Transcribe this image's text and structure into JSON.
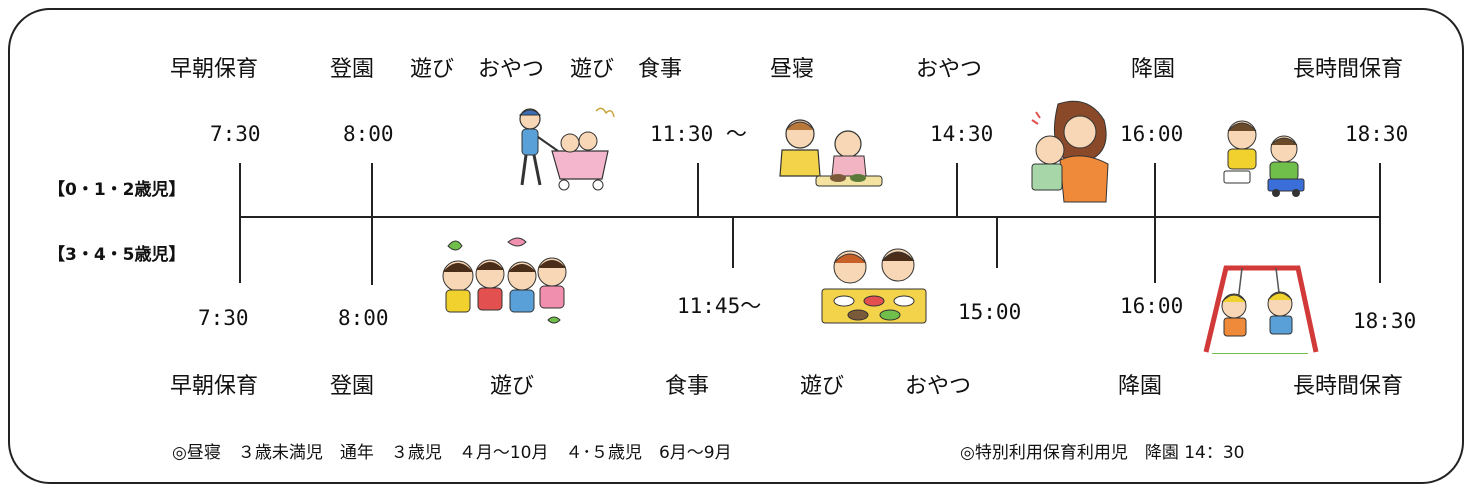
{
  "age_groups": {
    "upper": "【0・1・2歳児】",
    "lower": "【3・4・5歳児】"
  },
  "upper_activities": [
    "早朝保育",
    "登園",
    "遊び",
    "おやつ",
    "遊び",
    "食事",
    "昼寝",
    "おやつ",
    "降園",
    "長時間保育"
  ],
  "upper_times": [
    "7:30",
    "8:00",
    "11:30 ～",
    "14:30",
    "16:00",
    "18:30"
  ],
  "lower_times": [
    "7:30",
    "8:00",
    "11:45～",
    "15:00",
    "16:00",
    "18:30"
  ],
  "lower_activities": [
    "早朝保育",
    "登園",
    "遊び",
    "食事",
    "遊び",
    "おやつ",
    "降園",
    "長時間保育"
  ],
  "notes": {
    "nap": "◎昼寝　３歳未満児　通年　３歳児　４月～10月　４･５歳児　6月～9月",
    "special": "◎特別利用保育利用児　降園 14：30"
  },
  "illustrations": [
    "stroller-walk-icon",
    "baby-meal-icon",
    "mother-baby-icon",
    "boys-toys-icon",
    "children-playing-icon",
    "children-lunch-icon",
    "swing-icon"
  ],
  "colors": {
    "line": "#222222"
  }
}
